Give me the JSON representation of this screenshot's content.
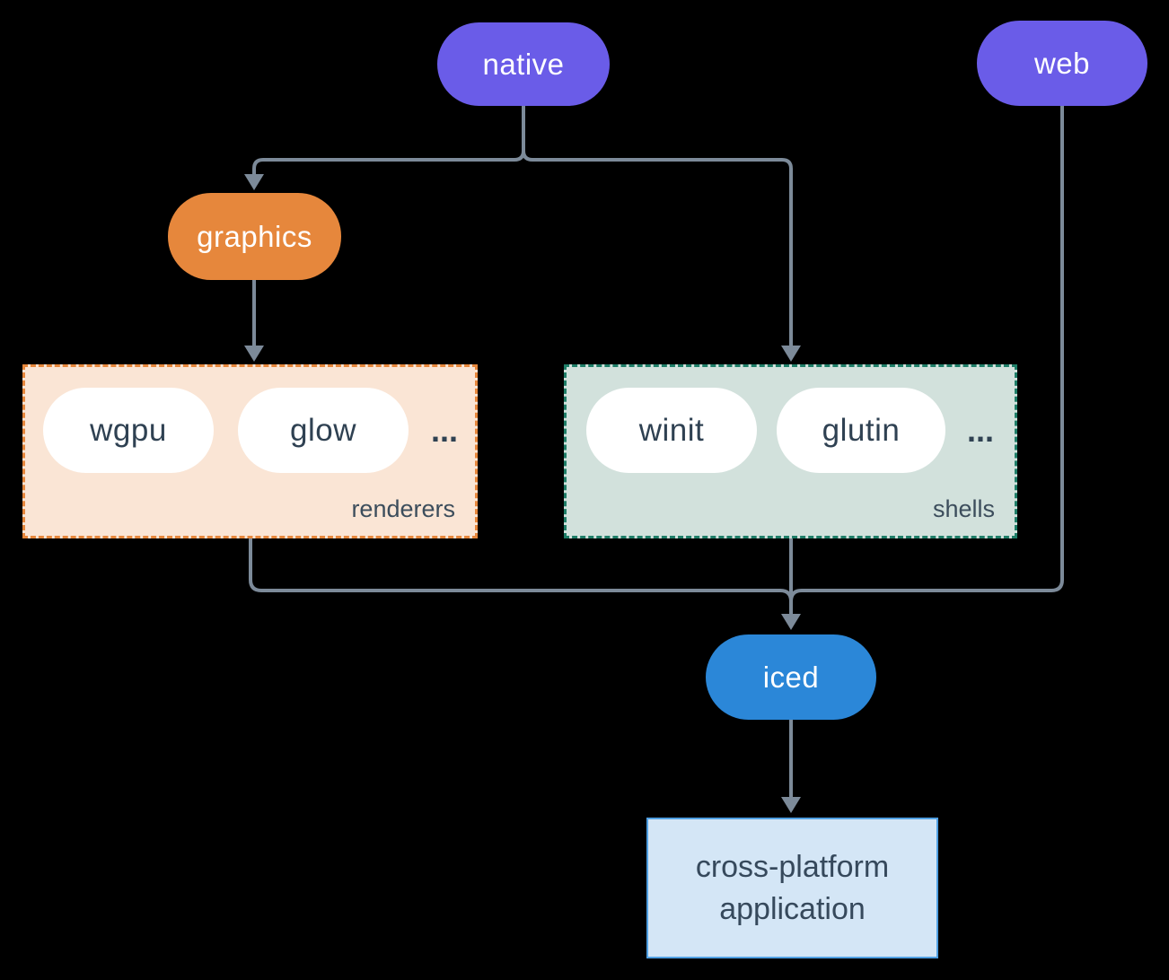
{
  "colors": {
    "background": "#000000",
    "connector": "#7c8a99",
    "native_web_fill": "#6a5ce8",
    "graphics_fill": "#e6873c",
    "iced_fill": "#2b87d8",
    "renderers_bg": "#fae5d5",
    "renderers_border": "#e6873c",
    "shells_bg": "#d2e1dc",
    "shells_border": "#1f7e68",
    "app_bg": "#d4e6f6",
    "app_border": "#4f9fe2",
    "pill_text_light": "#ffffff",
    "pill_text_dark": "#2f4152"
  },
  "nodes": {
    "native": {
      "label": "native"
    },
    "web": {
      "label": "web"
    },
    "graphics": {
      "label": "graphics"
    },
    "iced": {
      "label": "iced"
    },
    "app": {
      "line1": "cross-platform",
      "line2": "application"
    }
  },
  "groups": {
    "renderers": {
      "label": "renderers",
      "items": [
        "wgpu",
        "glow"
      ],
      "more": "..."
    },
    "shells": {
      "label": "shells",
      "items": [
        "winit",
        "glutin"
      ],
      "more": "..."
    }
  },
  "edges": [
    "native -> graphics",
    "native -> shells",
    "graphics -> renderers",
    "renderers -> iced",
    "shells -> iced",
    "web -> iced",
    "iced -> app"
  ]
}
